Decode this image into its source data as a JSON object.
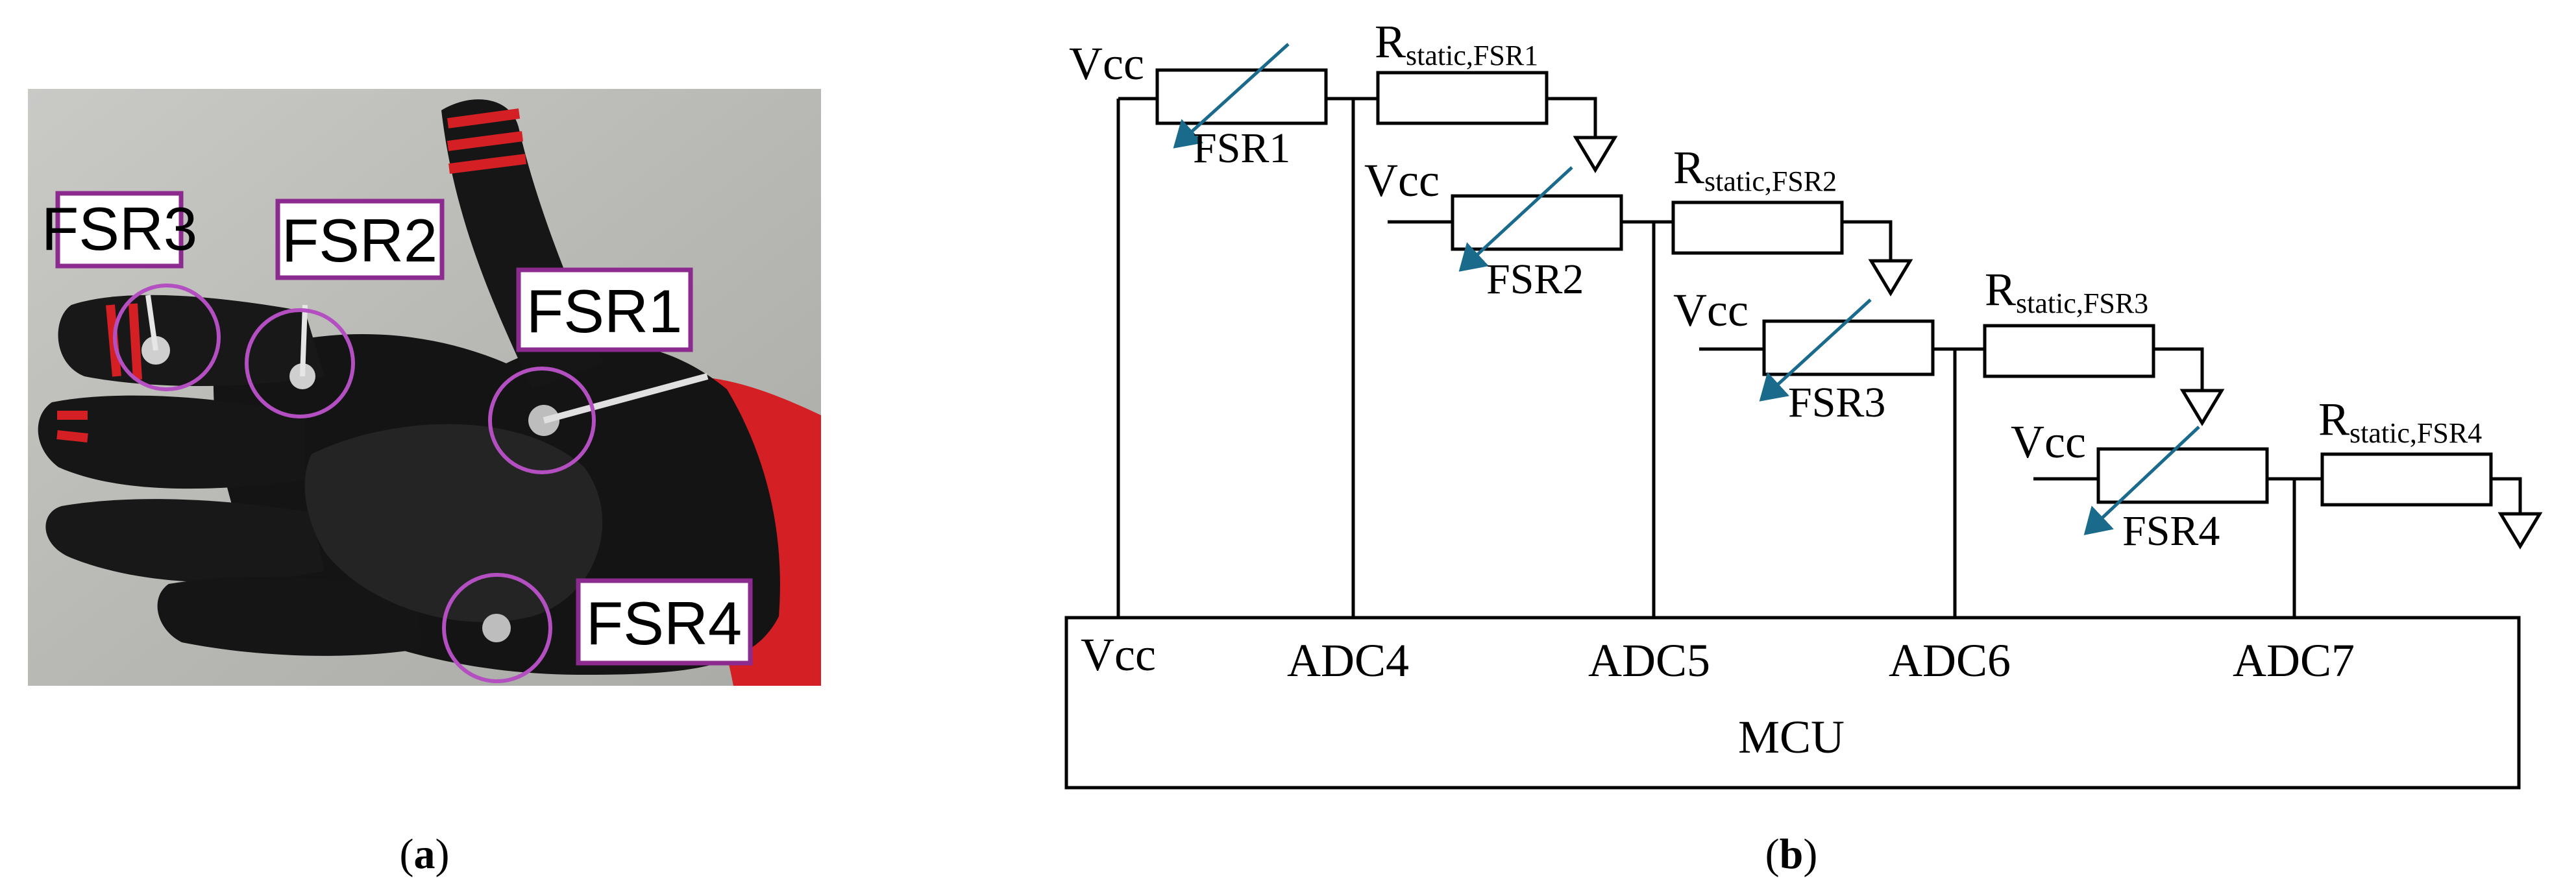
{
  "panel_a": {
    "caption_open": "(",
    "caption_letter": "a",
    "caption_close": ")",
    "tags": [
      "FSR3",
      "FSR2",
      "FSR1",
      "FSR4"
    ]
  },
  "panel_b": {
    "caption_open": "(",
    "caption_letter": "b",
    "caption_close": ")",
    "vcc_label": "Vcc",
    "r_main": "R",
    "stages": [
      {
        "fsr_label": "FSR1",
        "r_sub": "static,FSR1"
      },
      {
        "fsr_label": "FSR2",
        "r_sub": "static,FSR2"
      },
      {
        "fsr_label": "FSR3",
        "r_sub": "static,FSR3"
      },
      {
        "fsr_label": "FSR4",
        "r_sub": "static,FSR4"
      }
    ],
    "mcu": {
      "title": "MCU",
      "pins": [
        "Vcc",
        "ADC4",
        "ADC5",
        "ADC6",
        "ADC7"
      ]
    }
  },
  "colors": {
    "tag_border": "#8b2a8f",
    "ring": "#b34fc0",
    "arrow": "#1a6a8c",
    "glove_red": "#d41f24"
  }
}
